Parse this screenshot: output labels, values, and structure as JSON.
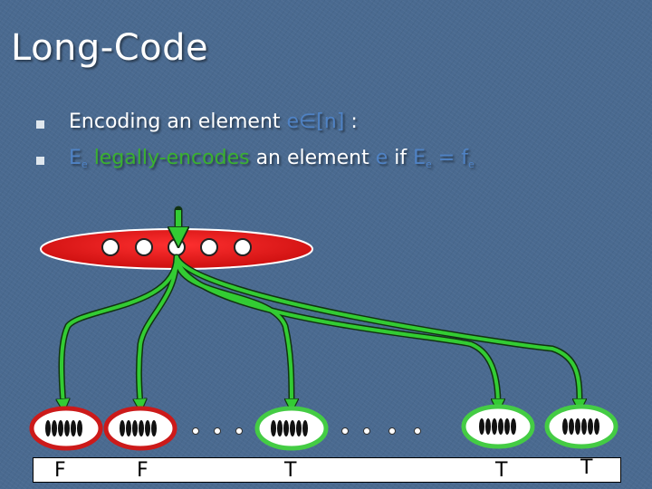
{
  "title": "Long-Code",
  "bullets": [
    {
      "p1": "Encoding an element ",
      "elem": "e∈[n]",
      "p2": " :"
    },
    {
      "E": "E",
      "Esub": "e",
      "p1": " ",
      "legally": "legally-encodes",
      "p2": " an element ",
      "e": "e",
      "p3": " if ",
      "E2": "E",
      "E2sub": "e",
      "p4": " = ",
      "f": "f",
      "fsub": "e"
    }
  ],
  "bottom_labels": [
    "F",
    "F",
    "T",
    "T",
    "T"
  ],
  "colors": {
    "background": "#4a6a90",
    "highlight": "#4f82c4",
    "legally_green": "#3ab030",
    "top_ellipse": "#e21a1a",
    "arrow_green": "#33cc33",
    "false_ring": "#cc1a1a",
    "true_ring": "#44cc44"
  },
  "icons": [
    "bullet-square-icon",
    "down-arrow-icon",
    "ellipsis-dots-icon",
    "bit-stripes-icon"
  ]
}
